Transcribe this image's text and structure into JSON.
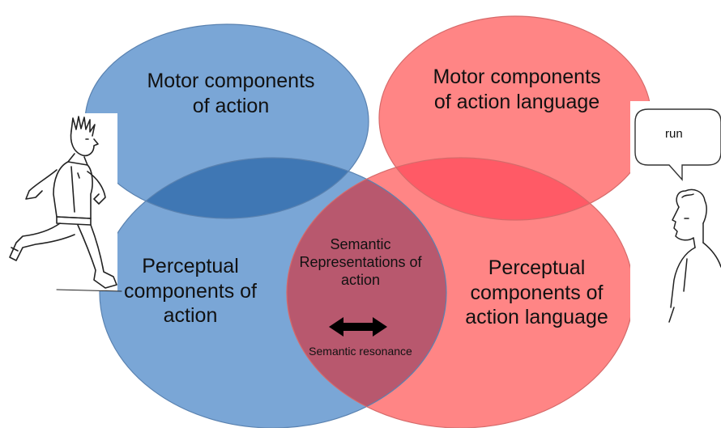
{
  "diagram": {
    "colors": {
      "blue_fill": "#7aa6d6",
      "blue_stroke": "#5a82b0",
      "blue_overlap": "#3f77b4",
      "red_fill": "#ff8585",
      "red_stroke": "#d66a6a",
      "red_overlap": "#ff5a66",
      "center": "#b8586e",
      "center_stroke": "#4a4a6a"
    },
    "circles": {
      "motor_action": {
        "lines": [
          "Motor components",
          "of action"
        ]
      },
      "motor_language": {
        "lines": [
          "Motor components",
          "of action language"
        ]
      },
      "perceptual_action": {
        "lines": [
          "Perceptual",
          "components of",
          "action"
        ]
      },
      "perceptual_language": {
        "lines": [
          "Perceptual",
          "components of",
          "action language"
        ]
      }
    },
    "center": {
      "lines": [
        "Semantic",
        "Representations of",
        "action"
      ],
      "resonance": "Semantic resonance"
    },
    "speech_bubble": {
      "text": "run"
    },
    "icons": [
      "running-person-sketch",
      "speaking-person-sketch",
      "double-arrow-icon",
      "speech-bubble"
    ]
  }
}
